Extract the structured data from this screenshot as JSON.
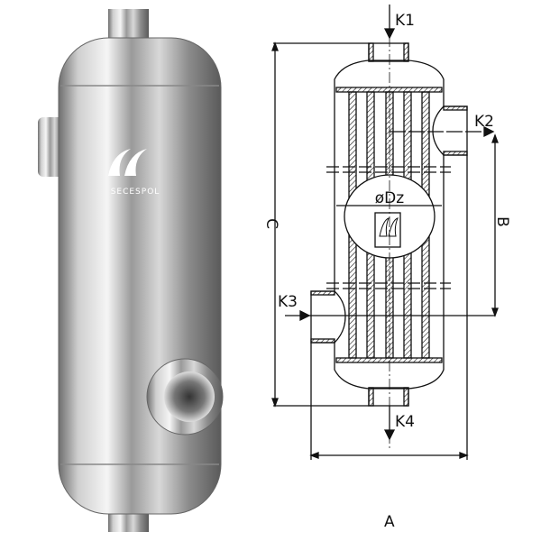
{
  "photo": {
    "brand": "SECESPOL"
  },
  "diagram": {
    "labels": {
      "k1": "K1",
      "k2": "K2",
      "k3": "K3",
      "k4": "K4",
      "a": "A",
      "b": "B",
      "c": "C",
      "dz": "øDz"
    }
  },
  "colors": {
    "line": "#111111",
    "steel_light": "#f2f2f2",
    "steel_dark": "#7a7a7a"
  }
}
